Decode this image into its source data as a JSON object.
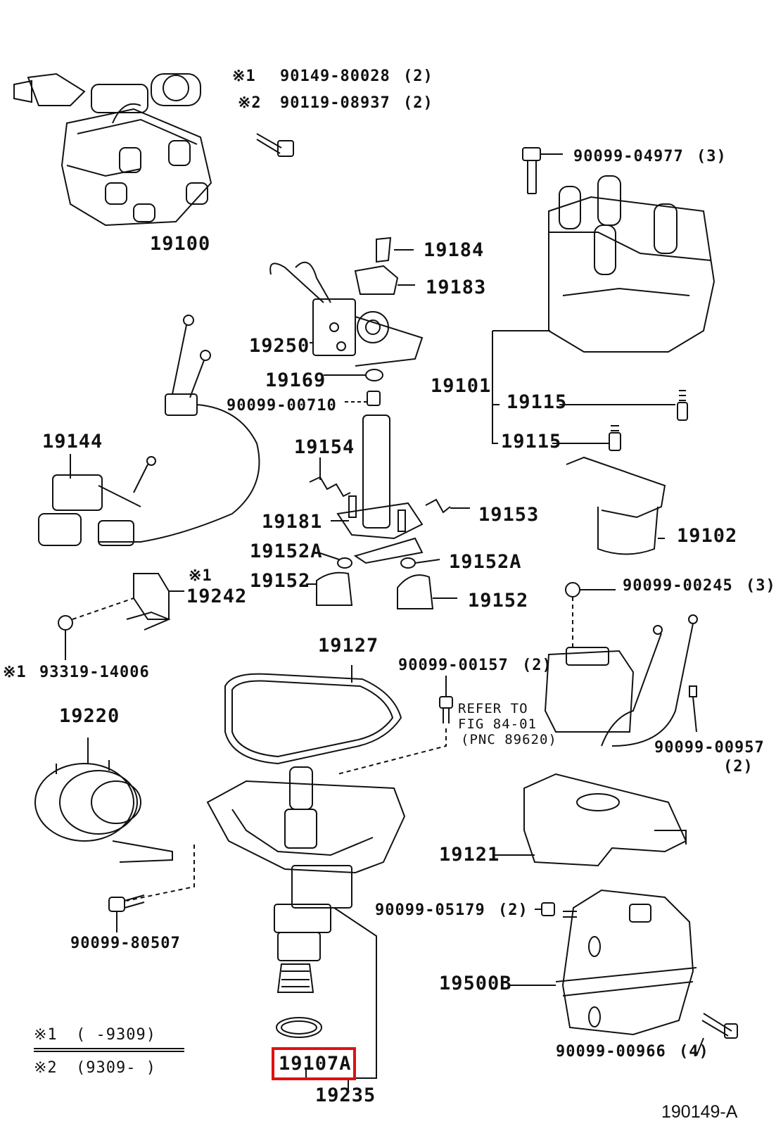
{
  "notes": {
    "n1_mark": "※1",
    "n1_part": "90149-80028",
    "n1_qty": "(2)",
    "n2_mark": "※2",
    "n2_part": "90119-08937",
    "n2_qty": "(2)"
  },
  "parts": {
    "p19100": "19100",
    "p90099_04977": "90099-04977",
    "q90099_04977": "(3)",
    "p19184": "19184",
    "p19183": "19183",
    "p19250": "19250",
    "p19169": "19169",
    "p90099_00710": "90099-00710",
    "p19101": "19101",
    "p19115a": "19115",
    "p19115b": "19115",
    "p19144": "19144",
    "p19154": "19154",
    "p19181": "19181",
    "p19153": "19153",
    "p19102": "19102",
    "p19152Aa": "19152A",
    "p19152Ab": "19152A",
    "p19152a": "19152",
    "p19152b": "19152",
    "m19242": "※1",
    "p19242": "19242",
    "p90099_00245": "90099-00245",
    "q90099_00245": "(3)",
    "m93319": "※1",
    "p93319_14006": "93319-14006",
    "p19127": "19127",
    "p90099_00157": "90099-00157",
    "q90099_00157": "(2)",
    "p19220": "19220",
    "refer1": "REFER TO",
    "refer2": "FIG 84-01",
    "refer3": "(PNC 89620)",
    "p90099_00957": "90099-00957",
    "q90099_00957": "(2)",
    "p19121": "19121",
    "p90099_05179": "90099-05179",
    "q90099_05179": "(2)",
    "p90099_80507": "90099-80507",
    "p19500B": "19500B",
    "p90099_00966": "90099-00966",
    "q90099_00966": "(4)",
    "p19107A": "19107A",
    "p19235": "19235"
  },
  "legend": {
    "l1_mark": "※1",
    "l1_text": "(      -9309)",
    "l2_mark": "※2",
    "l2_text": "(9309-      )"
  },
  "figure_id": "190149-A",
  "highlight": {
    "part": "19107A",
    "color": "#e01010"
  }
}
